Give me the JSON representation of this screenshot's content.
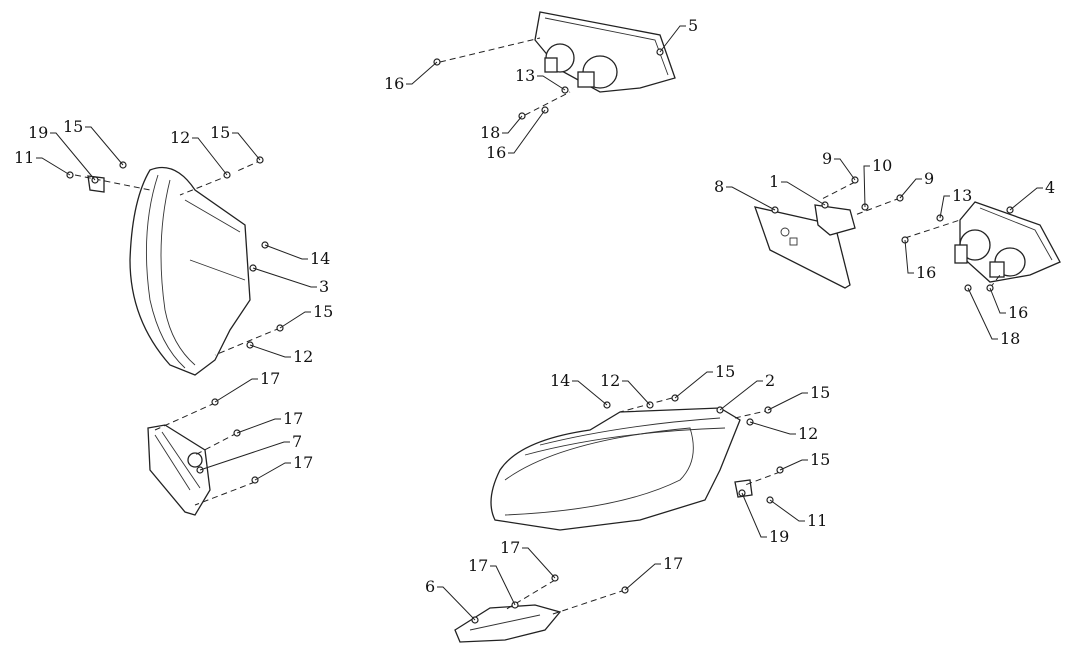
{
  "diagram": {
    "title": "Headlight and Taillight Assembly Exploded View",
    "callouts": [
      "16",
      "5",
      "13",
      "18",
      "16",
      "15",
      "19",
      "11",
      "12",
      "15",
      "14",
      "3",
      "15",
      "12",
      "17",
      "17",
      "7",
      "17",
      "9",
      "10",
      "9",
      "1",
      "8",
      "13",
      "4",
      "16",
      "16",
      "18",
      "14",
      "12",
      "15",
      "2",
      "15",
      "12",
      "15",
      "11",
      "19",
      "17",
      "17",
      "6",
      "17"
    ]
  }
}
